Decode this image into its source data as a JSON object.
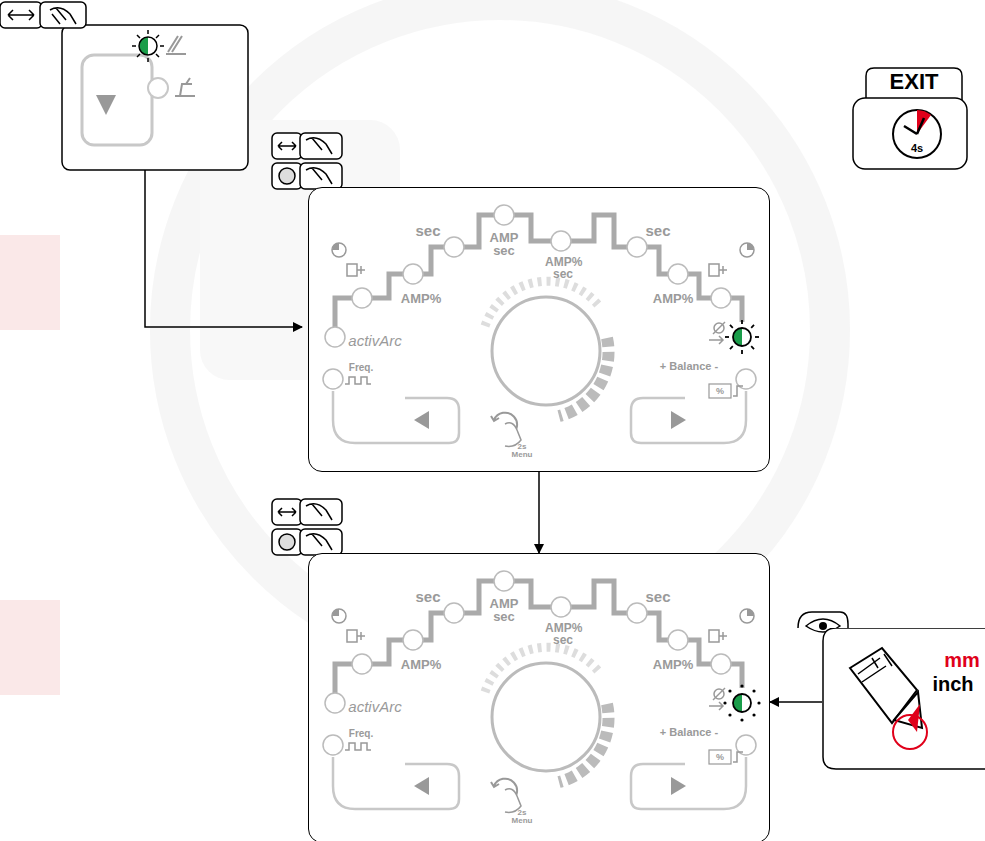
{
  "diagram": {
    "nodes": [
      {
        "text": [
          "EXIT",
          "4s"
        ]
      },
      {
        "text": [
          "sec",
          "AMP sec",
          "AMP% sec",
          "sec",
          "AMP%",
          "AMP%",
          "activArc",
          "Freq.",
          "+ Balance -",
          "%",
          "2s Menu"
        ]
      },
      {
        "text": [
          "sec",
          "AMP sec",
          "AMP% sec",
          "sec",
          "AMP%",
          "AMP%",
          "activArc",
          "Freq.",
          "+ Balance -",
          "%",
          "2s Menu"
        ]
      },
      {
        "text": [
          "mm",
          "inch"
        ]
      }
    ],
    "edges": [
      {
        "from": 1,
        "to": 2,
        "arrow": "to"
      },
      {
        "from": 3,
        "to": 2,
        "arrow": "to"
      }
    ]
  }
}
